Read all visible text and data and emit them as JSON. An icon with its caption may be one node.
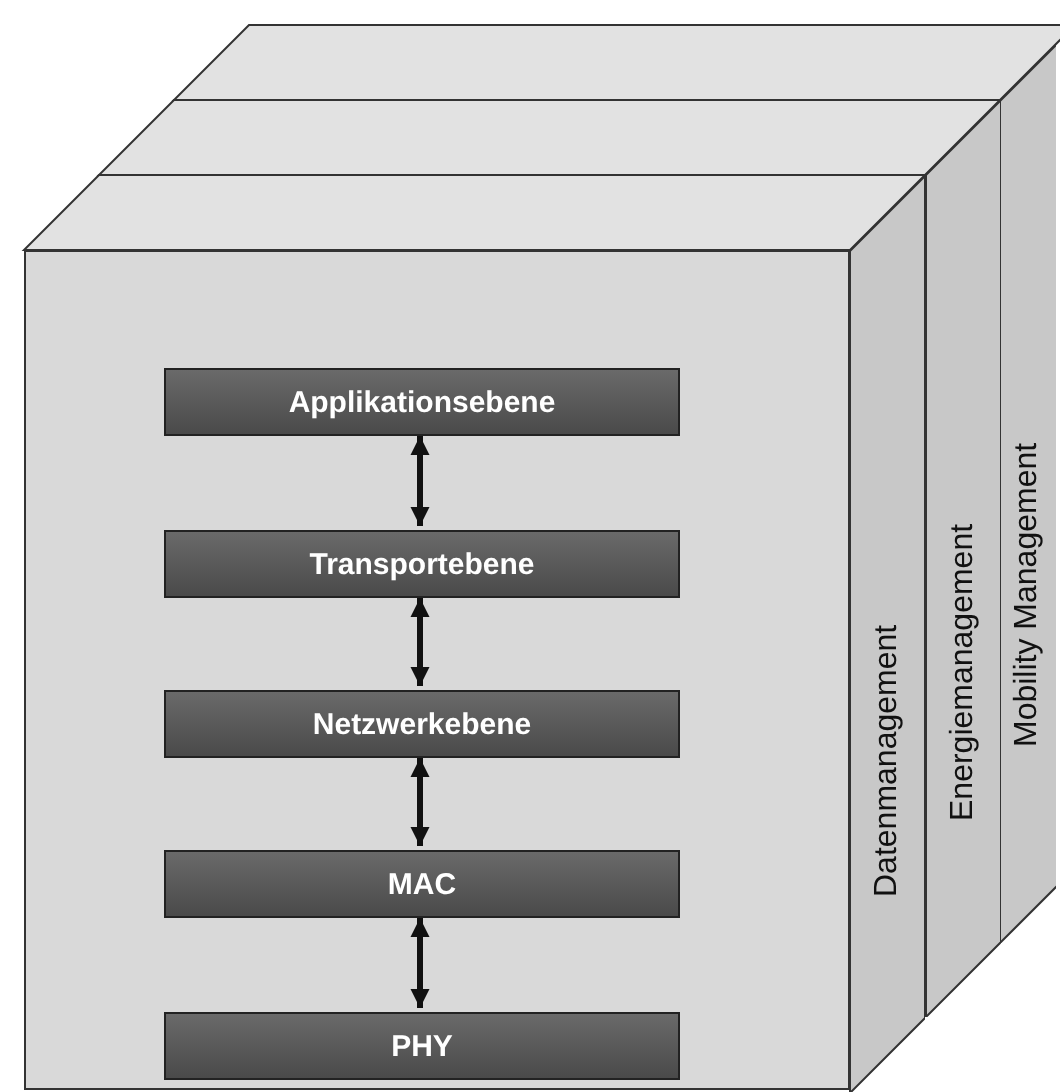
{
  "diagram": {
    "nodes": [
      {
        "text": [],
        "shape": "box"
      },
      {
        "text": [
          "Applikationsebene"
        ],
        "in": 0
      },
      {
        "text": [
          "Transportebene"
        ],
        "in": 0
      },
      {
        "text": [
          "Netzwerkebene"
        ],
        "in": 0
      },
      {
        "text": [
          "MAC"
        ],
        "in": 0
      },
      {
        "text": [
          "PHY"
        ],
        "in": 0
      },
      {
        "text": [
          "Datenmanagement"
        ]
      },
      {
        "text": [
          "Energiemanagement"
        ]
      },
      {
        "text": [
          "Mobility Management"
        ]
      }
    ],
    "edges": [
      {
        "from": 1,
        "to": 2,
        "arrow": "both"
      },
      {
        "from": 2,
        "to": 3,
        "arrow": "both"
      },
      {
        "from": 3,
        "to": 4,
        "arrow": "both"
      },
      {
        "from": 4,
        "to": 5,
        "arrow": "both"
      }
    ]
  }
}
